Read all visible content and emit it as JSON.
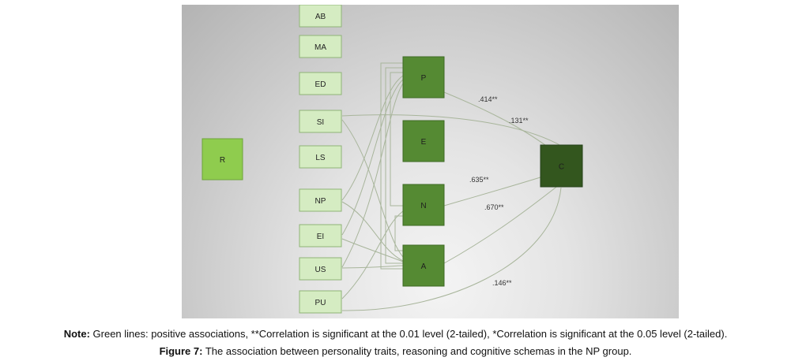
{
  "diagram": {
    "trait_nodes": [
      "AB",
      "MA",
      "ED",
      "SI",
      "LS",
      "NP",
      "EI",
      "US",
      "PU"
    ],
    "reasoning_node": "R",
    "personality_nodes": [
      "P",
      "E",
      "N",
      "A"
    ],
    "outcome_node": "C",
    "edge_labels": [
      ".414**",
      ".131**",
      ".635**",
      ".670**",
      ".146**"
    ],
    "colors": {
      "trait_fill": "#d5ecc2",
      "trait_stroke": "#8fb377",
      "reasoning_fill": "#8fcc4e",
      "personality_fill": "#558a33",
      "outcome_fill": "#33561e",
      "line": "#a8b59b"
    }
  },
  "caption": {
    "note_label": "Note:",
    "note_text": " Green lines: positive associations, **Correlation is significant at the 0.01 level (2-tailed), *Correlation is significant at the 0.05 level (2-tailed).",
    "figure_label": "Figure 7:",
    "figure_text": " The association between personality traits, reasoning and cognitive schemas in the NP group."
  }
}
